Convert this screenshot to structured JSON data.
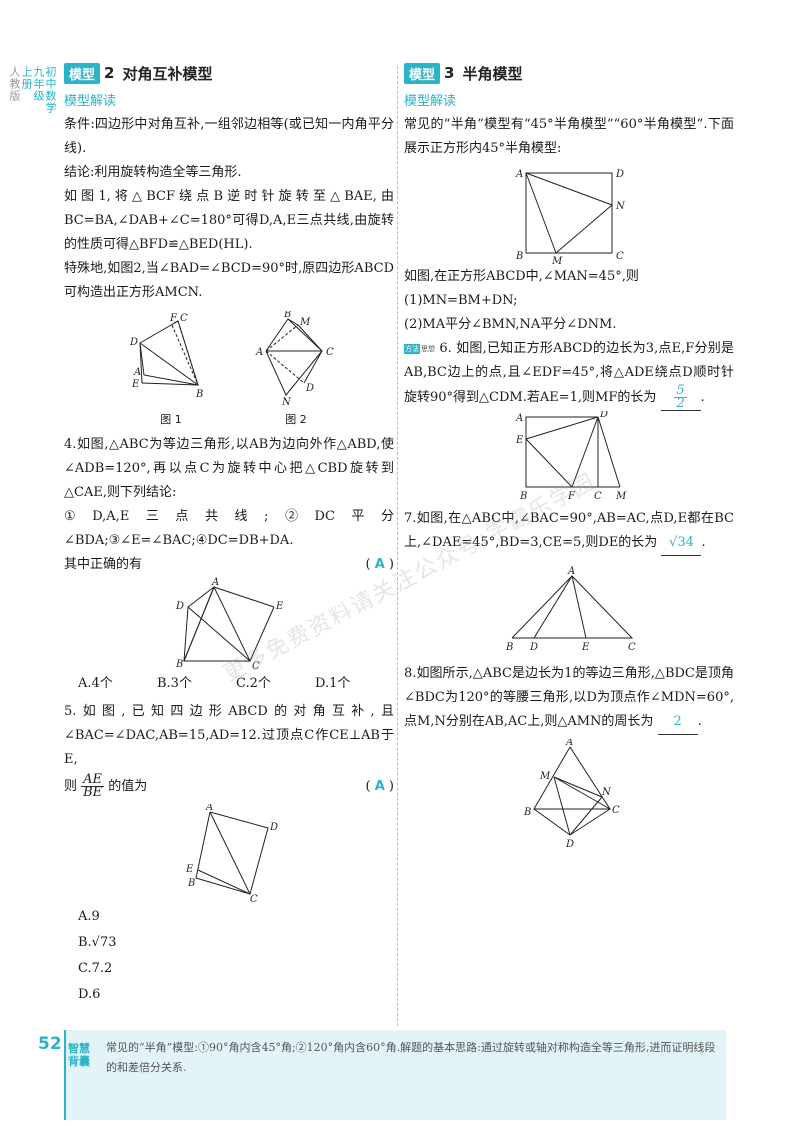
{
  "side_strip": {
    "text1": "初中数学",
    "text2": "九年级",
    "text3": "上册",
    "text4": "人教版"
  },
  "left": {
    "model_tag": "模型",
    "model_num": "2",
    "model_title": "对角互补模型",
    "sub_head": "模型解读",
    "condition": "条件:四边形中对角互补,一组邻边相等(或已知一内角平分线).",
    "conclusion": "结论:利用旋转构造全等三角形.",
    "para1": "如图1,将△BCF绕点B逆时针旋转至△BAE,由BC=BA,∠DAB+∠C=180°可得D,A,E三点共线,由旋转的性质可得△BFD≌△BED(HL).",
    "para2": "特殊地,如图2,当∠BAD=∠BCD=90°时,原四边形ABCD可构造出正方形AMCN.",
    "fig1_caption": "图 1",
    "fig2_caption": "图 2",
    "q4": {
      "stem1": "4.如图,△ABC为等边三角形,以AB为边向外作△ABD,使∠ADB=120°,再以点C为旋转中心把△CBD旋转到△CAE,则下列结论:",
      "stem2": "①D,A,E三点共线;②DC平分∠BDA;③∠E=∠BAC;④DC=DB+DA.",
      "stem3": "其中正确的有",
      "answer": "A",
      "options": [
        "A.4个",
        "B.3个",
        "C.2个",
        "D.1个"
      ]
    },
    "q5": {
      "stem1": "5.如图,已知四边形ABCD的对角互补,且∠BAC=∠DAC,AB=15,AD=12.过顶点C作CE⊥AB于E,",
      "stem2_pre": "则",
      "frac_num": "AE",
      "frac_den": "BE",
      "stem2_post": "的值为",
      "answer": "A",
      "options": [
        "A.9",
        "B.√73",
        "C.7.2",
        "D.6"
      ]
    }
  },
  "right": {
    "model_tag": "模型",
    "model_num": "3",
    "model_title": "半角模型",
    "sub_head": "模型解读",
    "intro": "常见的“半角”模型有“45°半角模型”“60°半角模型”.下面展示正方形内45°半角模型:",
    "para1": "如图,在正方形ABCD中,∠MAN=45°,则",
    "item1": "(1)MN=BM+DN;",
    "item2": "(2)MA平分∠BMN,NA平分∠DNM.",
    "q6": {
      "tag1": "方法",
      "tag2": "思想",
      "stem": "6. 如图,已知正方形ABCD的边长为3,点E,F分别是AB,BC边上的点,且∠EDF=45°,将△ADE绕点D顺时针旋转90°得到△CDM.若AE=1,则MF的长为",
      "answer_num": "5",
      "answer_den": "2"
    },
    "q7": {
      "stem": "7.如图,在△ABC中,∠BAC=90°,AB=AC,点D,E都在BC上,∠DAE=45°,BD=3,CE=5,则DE的长为",
      "answer": "√34"
    },
    "q8": {
      "stem": "8.如图所示,△ABC是边长为1的等边三角形,△BDC是顶角∠BDC为120°的等腰三角形,以D为顶点作∠MDN=60°,点M,N分别在AB,AC上,则△AMN的周长为",
      "answer": "2"
    }
  },
  "watermark": "更多免费资料请关注公众号:学霸乐学园",
  "footer": {
    "page_num": "52",
    "badge": "智慧背囊",
    "text": "常见的“半角”模型:①90°角内含45°角;②120°角内含60°角.解题的基本思路:通过旋转或轴对称构造全等三角形,进而证明线段的和差倍分关系."
  },
  "colors": {
    "accent": "#2bb3c8",
    "footer_bg": "#e3f4f8"
  }
}
